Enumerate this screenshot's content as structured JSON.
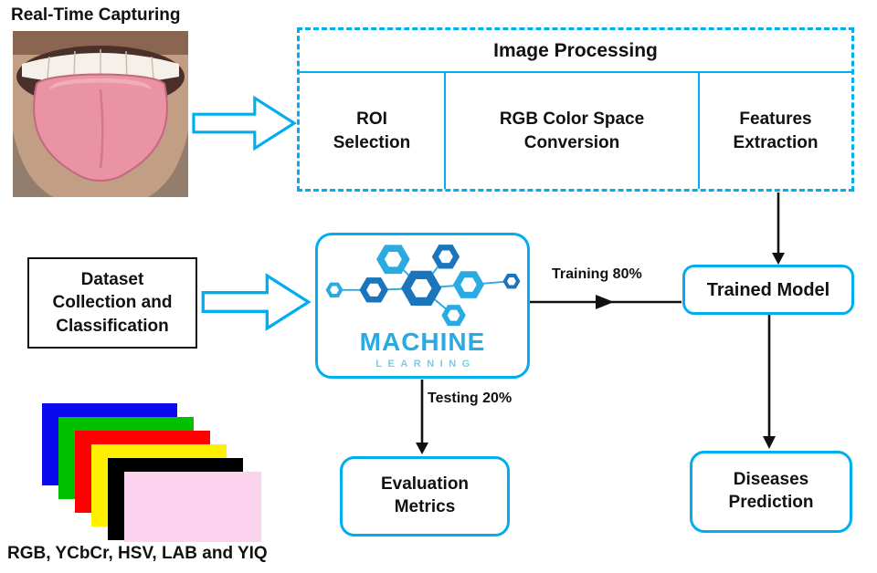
{
  "page": {
    "capture_label": "Real-Time Capturing",
    "color_space_label": "RGB, YCbCr, HSV, LAB and YIQ"
  },
  "image_processing": {
    "title": "Image Processing",
    "steps": [
      "ROI Selection",
      "RGB Color Space Conversion",
      "Features Extraction"
    ]
  },
  "nodes": {
    "dataset": {
      "label": "Dataset Collection and Classification"
    },
    "machine_learning": {
      "title": "MACHINE",
      "subtitle": "LEARNING"
    },
    "trained_model": {
      "label": "Trained Model"
    },
    "evaluation_metrics": {
      "label": "Evaluation Metrics"
    },
    "diseases_prediction": {
      "label": "Diseases Prediction"
    }
  },
  "edges": {
    "training": {
      "label": "Training 80%"
    },
    "testing": {
      "label": "Testing 20%"
    }
  },
  "colors": {
    "vars": {
      "accent": "#00AEEF",
      "logo-blue": "#1B75BC",
      "logo-cyan": "#29ABE2",
      "ink": "#111111"
    },
    "swatches": [
      "#0A0AEF",
      "#00C000",
      "#FF0000",
      "#FFF000",
      "#000000",
      "#FBD3EE"
    ]
  }
}
